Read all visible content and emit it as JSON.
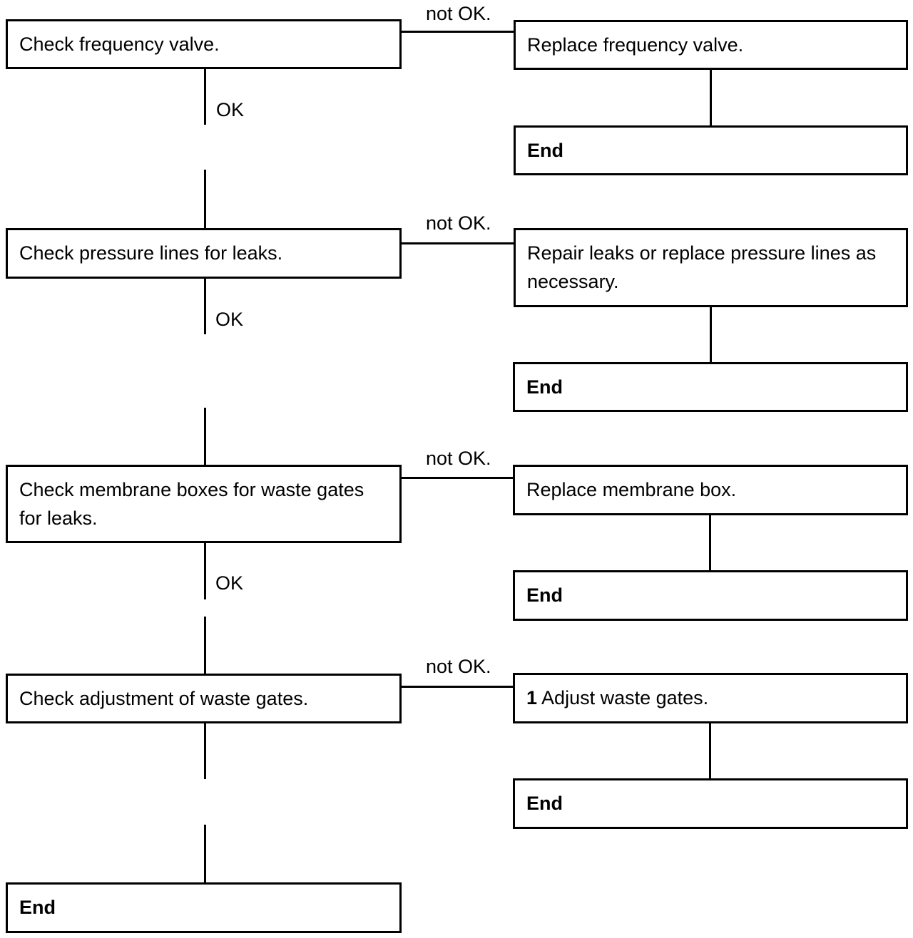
{
  "steps": [
    {
      "check": "Check frequency valve.",
      "fail_label": "not OK.",
      "action": "Replace frequency valve.",
      "action_end": "End",
      "pass_label": "OK"
    },
    {
      "check": "Check pressure lines for leaks.",
      "fail_label": "not OK.",
      "action": "Repair leaks or replace pressure lines as necessary.",
      "action_end": "End",
      "pass_label": "OK"
    },
    {
      "check": "Check membrane boxes for waste gates for leaks.",
      "fail_label": "not OK.",
      "action": "Replace membrane box.",
      "action_end": "End",
      "pass_label": "OK"
    },
    {
      "check": "Check adjustment of waste gates.",
      "fail_label": "not OK.",
      "action_number": "1",
      "action": "Adjust waste gates.",
      "action_end": "End"
    }
  ],
  "final_end": "End"
}
